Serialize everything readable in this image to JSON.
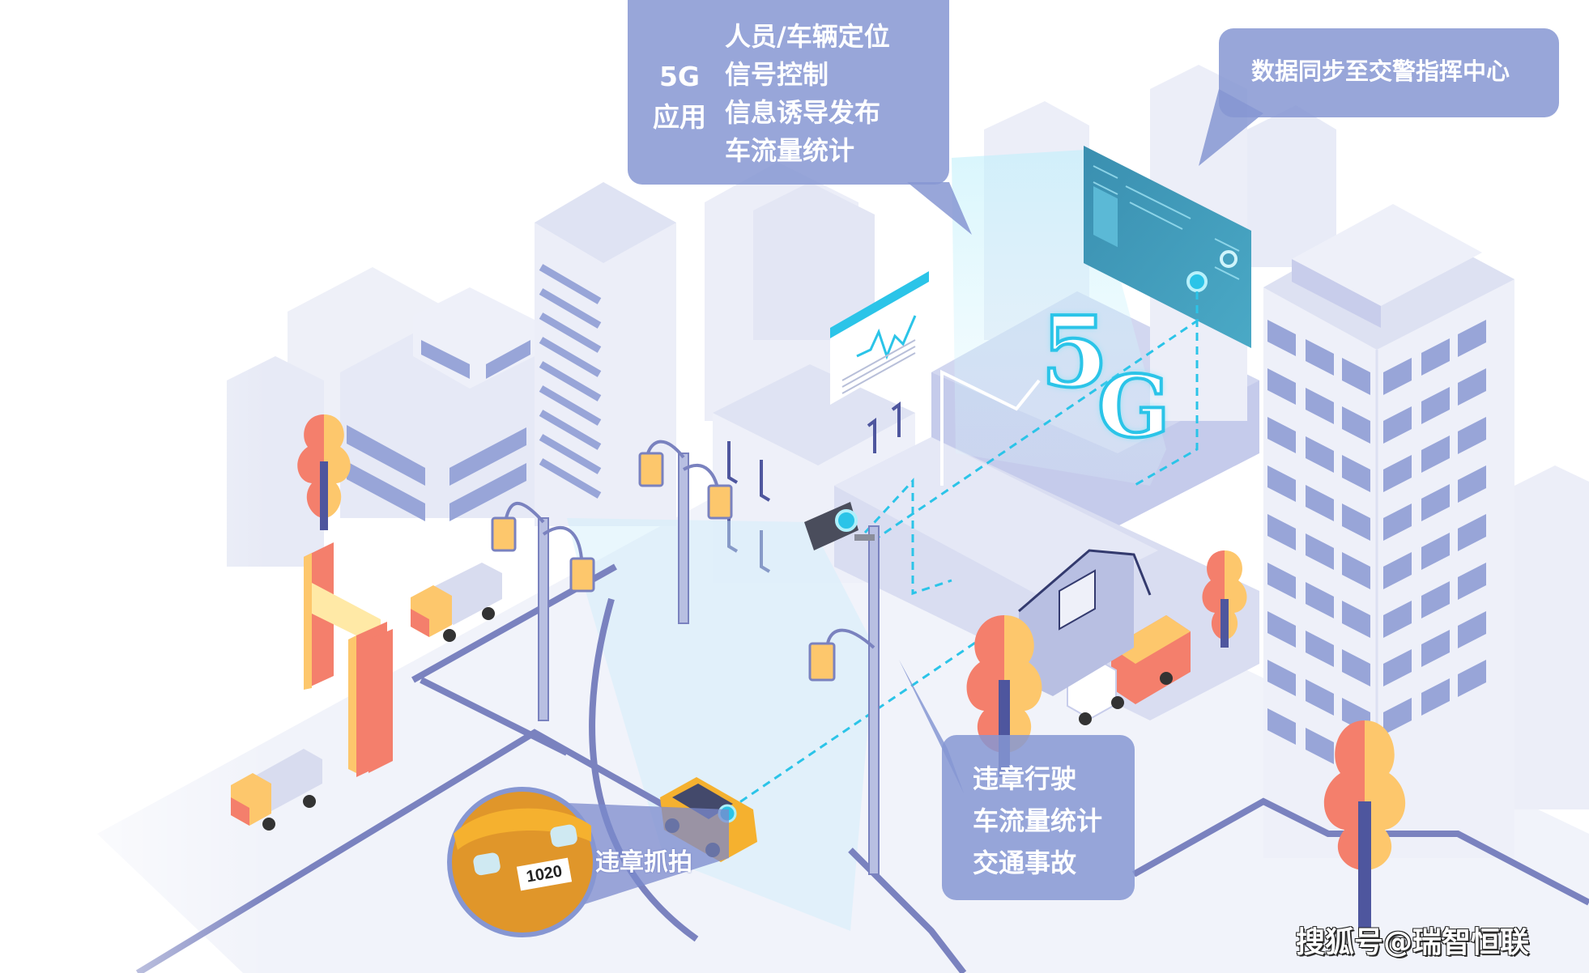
{
  "scene": {
    "description": "Isometric smart-city illustration of 5G intelligent traffic system",
    "colors": {
      "bubble": "#8696d2",
      "building_light": "#e8ebf7",
      "building_mid": "#d6dbef",
      "window": "#98a5d8",
      "accent_cyan": "#2bc4e8",
      "tree_red": "#f47f6c",
      "tree_yellow": "#fdc76c",
      "trunk": "#4e569e",
      "road_line": "#7a82bf"
    }
  },
  "bubble_5g": {
    "title_line1": "5G",
    "title_line2": "应用",
    "items": [
      "人员/车辆定位",
      "信号控制",
      "信息诱导发布",
      "车流量统计"
    ]
  },
  "bubble_sync": {
    "text": "数据同步至交警指挥中心"
  },
  "bubble_events": {
    "items": [
      "违章行驶",
      "车流量统计",
      "交通事故"
    ]
  },
  "capture": {
    "label": "违章抓拍",
    "plate": "1020"
  },
  "sign_5g": {
    "five": "5",
    "g": "G"
  },
  "watermark": {
    "text": "搜狐号@瑞智恒联"
  }
}
